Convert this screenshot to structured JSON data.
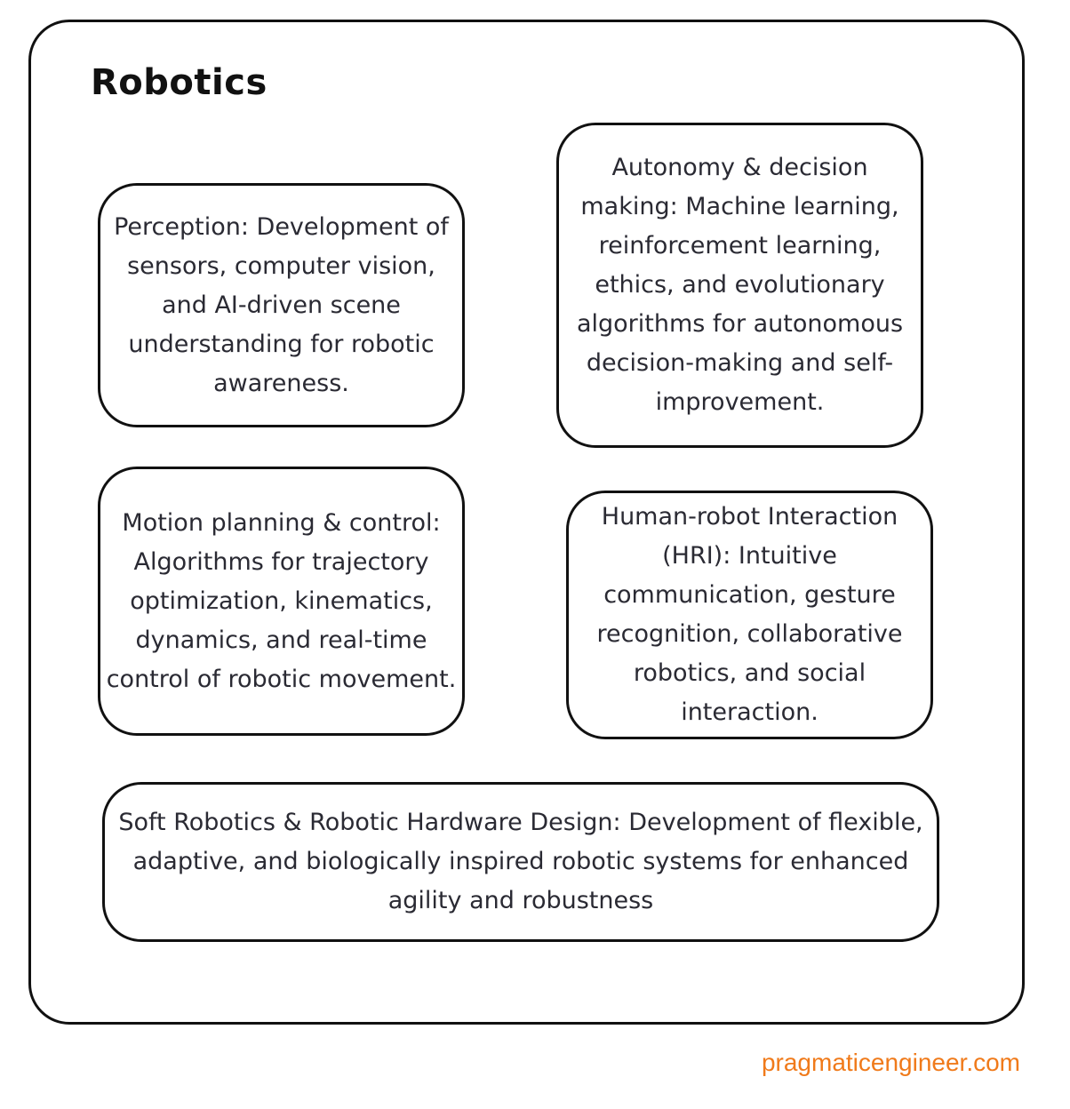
{
  "title": "Robotics",
  "boxes": {
    "perception": "Perception: Development of sensors, computer vision, and AI-driven scene understanding for robotic awareness.",
    "autonomy": "Autonomy & decision making: Machine learning, reinforcement learning, ethics, and evolutionary algorithms for autonomous decision-making and self-improvement.",
    "motion": "Motion planning & control: Algorithms for trajectory optimization, kinematics, dynamics, and real-time control of robotic movement.",
    "hri": "Human-robot Interaction (HRI): Intuitive communication, gesture recognition, collaborative robotics, and social interaction.",
    "soft": "Soft Robotics & Robotic Hardware Design: Development of flexible, adaptive, and biologically inspired robotic systems for enhanced agility and robustness"
  },
  "footer": "pragmaticengineer.com",
  "colors": {
    "border": "#111111",
    "text": "#2a2a33",
    "footer": "#f07a1a"
  }
}
